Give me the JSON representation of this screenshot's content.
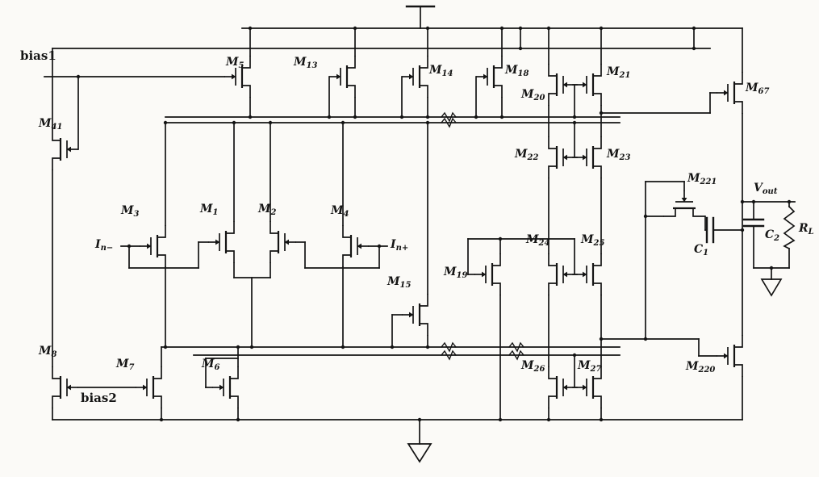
{
  "figure": {
    "kind": "CMOS operational amplifier schematic",
    "colors": {
      "ink": "#141414",
      "background": "#fbfaf7"
    }
  },
  "labels": {
    "bias1": {
      "text": "bias1"
    },
    "bias2": {
      "text": "bias2"
    },
    "m1": {
      "base": "M",
      "sub": "1"
    },
    "m2": {
      "base": "M",
      "sub": "2"
    },
    "m3": {
      "base": "M",
      "sub": "3"
    },
    "m4": {
      "base": "M",
      "sub": "4"
    },
    "m5": {
      "base": "M",
      "sub": "5"
    },
    "m6": {
      "base": "M",
      "sub": "6"
    },
    "m7": {
      "base": "M",
      "sub": "7"
    },
    "m8": {
      "base": "M",
      "sub": "8"
    },
    "m13": {
      "base": "M",
      "sub": "13"
    },
    "m14": {
      "base": "M",
      "sub": "14"
    },
    "m15": {
      "base": "M",
      "sub": "15"
    },
    "m18": {
      "base": "M",
      "sub": "18"
    },
    "m19": {
      "base": "M",
      "sub": "19"
    },
    "m20": {
      "base": "M",
      "sub": "20"
    },
    "m21": {
      "base": "M",
      "sub": "21"
    },
    "m22": {
      "base": "M",
      "sub": "22"
    },
    "m23": {
      "base": "M",
      "sub": "23"
    },
    "m24": {
      "base": "M",
      "sub": "24"
    },
    "m25": {
      "base": "M",
      "sub": "25"
    },
    "m26": {
      "base": "M",
      "sub": "26"
    },
    "m27": {
      "base": "M",
      "sub": "27"
    },
    "m41": {
      "base": "M",
      "sub": "41"
    },
    "m67": {
      "base": "M",
      "sub": "67"
    },
    "m220": {
      "base": "M",
      "sub": "220"
    },
    "m221": {
      "base": "M",
      "sub": "221"
    },
    "in_minus": {
      "base": "I",
      "sub": "n−"
    },
    "in_plus": {
      "base": "I",
      "sub": "n+"
    },
    "vout": {
      "base": "V",
      "sub": "out"
    },
    "c1": {
      "base": "C",
      "sub": "1"
    },
    "c2": {
      "base": "C",
      "sub": "2"
    },
    "rl": {
      "base": "R",
      "sub": "L"
    }
  }
}
